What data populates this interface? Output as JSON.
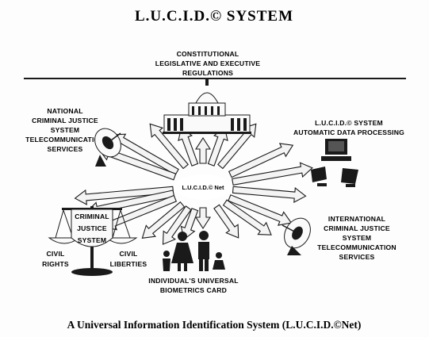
{
  "title": "L.U.C.I.D.© SYSTEM",
  "hub_label": "L.U.C.I.D.© Net",
  "nodes": {
    "constitutional": [
      "CONSTITUTIONAL",
      "LEGISLATIVE AND EXECUTIVE",
      "REGULATIONS"
    ],
    "national": [
      "NATIONAL",
      "CRIMINAL JUSTICE",
      "SYSTEM",
      "TELECOMMUNICATION",
      "SERVICES"
    ],
    "data_processing": [
      "L.U.C.I.D.© SYSTEM",
      "AUTOMATIC DATA PROCESSING"
    ],
    "international": [
      "INTERNATIONAL",
      "CRIMINAL JUSTICE",
      "SYSTEM",
      "TELECOMMUNICATION",
      "SERVICES"
    ],
    "biometrics": [
      "INDIVIDUAL'S UNIVERSAL",
      "BIOMETRICS CARD"
    ],
    "scales": {
      "civil_rights": [
        "CIVIL",
        "RIGHTS"
      ],
      "civil_liberties": [
        "CIVIL",
        "LIBERTIES"
      ],
      "shield": [
        "CRIMINAL",
        "JUSTICE",
        "SYSTEM"
      ]
    }
  },
  "caption": "A Universal Information Identification System (L.U.C.I.D.©Net)",
  "colors": {
    "ink": "#1a1a1a",
    "paper": "#fdfdfd"
  }
}
